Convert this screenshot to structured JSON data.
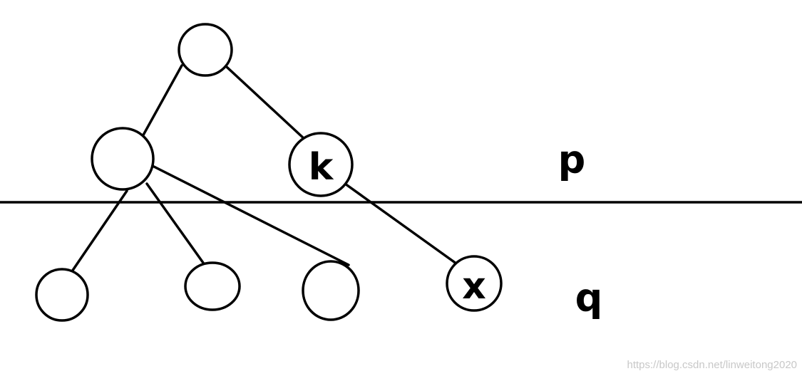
{
  "diagram": {
    "nodes": [
      {
        "id": "root",
        "label": ""
      },
      {
        "id": "left-child",
        "label": ""
      },
      {
        "id": "k",
        "label": "k"
      },
      {
        "id": "leaf-1",
        "label": ""
      },
      {
        "id": "leaf-2",
        "label": ""
      },
      {
        "id": "leaf-3",
        "label": ""
      },
      {
        "id": "x",
        "label": "x"
      }
    ],
    "edges": [
      {
        "from": "root",
        "to": "left-child"
      },
      {
        "from": "root",
        "to": "k"
      },
      {
        "from": "left-child",
        "to": "leaf-1"
      },
      {
        "from": "left-child",
        "to": "leaf-2"
      },
      {
        "from": "left-child",
        "to": "leaf-3"
      },
      {
        "from": "k",
        "to": "x"
      }
    ],
    "level_labels": {
      "upper": "p",
      "lower": "q"
    }
  },
  "watermark": "https://blog.csdn.net/linweitong2020"
}
